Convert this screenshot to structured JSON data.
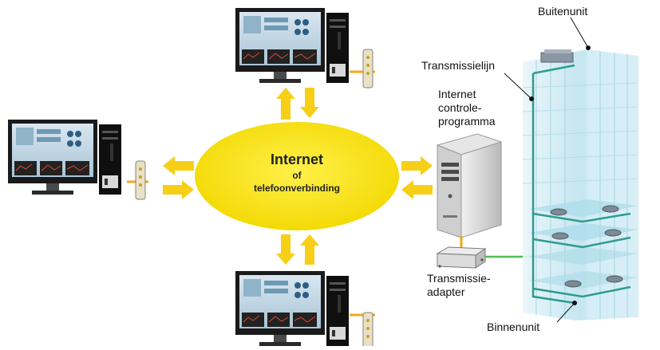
{
  "ellipse": {
    "title": "Internet",
    "line2": "of",
    "line3": "telefoonverbinding"
  },
  "labels": {
    "outdoor_unit": "Buitenunit",
    "transmission_line": "Transmissielijn",
    "control_program_l1": "Internet",
    "control_program_l2": "controle-",
    "control_program_l3": "programma",
    "adapter_l1": "Transmissie-",
    "adapter_l2": "adapter",
    "indoor_unit": "Binnenunit"
  },
  "colors": {
    "ellipse": "#f7e100",
    "arrow": "#f6cf16",
    "link_orange": "#f0a81c",
    "link_green": "#4fbf4f",
    "building_glass": "#bfe4f0",
    "pipe": "#2e9c8c"
  },
  "icons": [
    "client-computer-icon",
    "server-tower-icon",
    "modem-icon",
    "adapter-box-icon",
    "building-icon"
  ]
}
